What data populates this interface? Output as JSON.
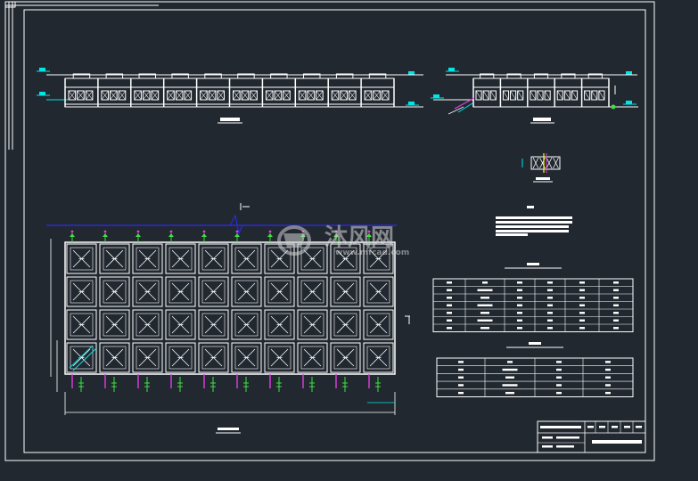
{
  "watermark": {
    "brand_cn": "沐风网",
    "brand_url": "www.mfcad.com"
  },
  "drawing": {
    "plan_columns": 10,
    "plan_rows": 4,
    "elevation_a_modules": 10,
    "elevation_b_modules": 5
  },
  "colors": {
    "background": "#212830",
    "line": "#ffffff",
    "accent_cyan": "#00e5e5",
    "accent_blue": "#2a2ad8",
    "accent_magenta": "#e040e0",
    "accent_green": "#40e040",
    "accent_yellow": "#ffff00"
  }
}
